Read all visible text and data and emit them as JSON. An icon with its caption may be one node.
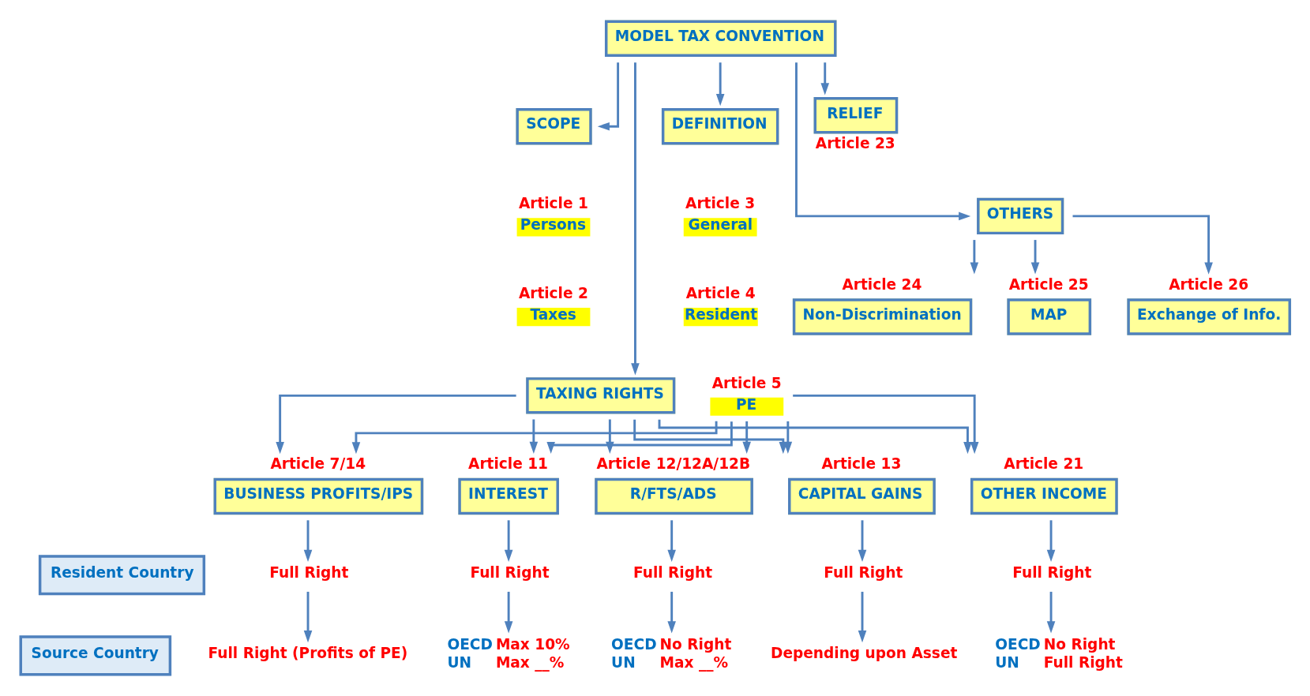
{
  "diagram": {
    "nodes": [
      {
        "text": [
          "MODEL TAX CONVENTION"
        ]
      },
      {
        "text": [
          "SCOPE"
        ]
      },
      {
        "text": [
          "DEFINITION"
        ]
      },
      {
        "text": [
          "TAXING RIGHTS"
        ]
      },
      {
        "text": [
          "RELIEF"
        ],
        "beside": [
          "Article 23"
        ]
      },
      {
        "text": [
          "OTHERS"
        ]
      },
      {
        "text": [
          "Persons"
        ],
        "beside": [
          "Article 1"
        ]
      },
      {
        "text": [
          "Taxes"
        ],
        "beside": [
          "Article 2"
        ]
      },
      {
        "text": [
          "General"
        ],
        "beside": [
          "Article 3"
        ]
      },
      {
        "text": [
          "Resident"
        ],
        "beside": [
          "Article 4"
        ]
      },
      {
        "text": [
          "PE"
        ],
        "beside": [
          "Article 5"
        ]
      },
      {
        "text": [
          "Non-Discrimination"
        ],
        "beside": [
          "Article 24"
        ]
      },
      {
        "text": [
          "MAP"
        ],
        "beside": [
          "Article 25"
        ]
      },
      {
        "text": [
          "Exchange of Info."
        ],
        "beside": [
          "Article 26"
        ]
      },
      {
        "text": [
          "BUSINESS PROFITS/IPS"
        ],
        "beside": [
          "Article 7/14"
        ]
      },
      {
        "text": [
          "INTEREST"
        ],
        "beside": [
          "Article 11"
        ]
      },
      {
        "text": [
          "R/FTS/ADS"
        ],
        "beside": [
          "Article 12/12A/12B"
        ]
      },
      {
        "text": [
          "CAPITAL GAINS"
        ],
        "beside": [
          "Article 13"
        ]
      },
      {
        "text": [
          "OTHER INCOME"
        ],
        "beside": [
          "Article 21"
        ]
      },
      {
        "text": [
          "Resident Country"
        ]
      },
      {
        "text": [
          "Source Country"
        ]
      },
      {
        "text": [
          "Full Right"
        ]
      },
      {
        "text": [
          "Full Right"
        ]
      },
      {
        "text": [
          "Full Right"
        ]
      },
      {
        "text": [
          "Full Right"
        ]
      },
      {
        "text": [
          "Full Right"
        ]
      },
      {
        "text": [
          "Full Right (Profits of PE)"
        ]
      },
      {
        "text": [
          "OECD",
          "Max 10%",
          "UN",
          "Max __%"
        ]
      },
      {
        "text": [
          "OECD",
          "No Right",
          "UN",
          "Max __%"
        ]
      },
      {
        "text": [
          "Depending upon Asset"
        ]
      },
      {
        "text": [
          "OECD",
          "No Right",
          "UN",
          "Full Right"
        ]
      }
    ],
    "edges": [
      {
        "from": 0,
        "to": 1,
        "arrow": "to"
      },
      {
        "from": 0,
        "to": 2,
        "arrow": "to"
      },
      {
        "from": 0,
        "to": 3,
        "arrow": "to"
      },
      {
        "from": 0,
        "to": 4,
        "arrow": "to"
      },
      {
        "from": 0,
        "to": 5,
        "arrow": "to"
      },
      {
        "from": 5,
        "to": 11,
        "arrow": "to"
      },
      {
        "from": 5,
        "to": 12,
        "arrow": "to"
      },
      {
        "from": 5,
        "to": 13,
        "arrow": "to"
      },
      {
        "from": 3,
        "to": 14,
        "arrow": "to"
      },
      {
        "from": 3,
        "to": 15,
        "arrow": "to"
      },
      {
        "from": 3,
        "to": 16,
        "arrow": "to"
      },
      {
        "from": 3,
        "to": 17,
        "arrow": "to"
      },
      {
        "from": 3,
        "to": 18,
        "arrow": "to"
      },
      {
        "from": 10,
        "to": 14,
        "arrow": "to"
      },
      {
        "from": 10,
        "to": 15,
        "arrow": "to"
      },
      {
        "from": 10,
        "to": 16,
        "arrow": "to"
      },
      {
        "from": 10,
        "to": 17,
        "arrow": "to"
      },
      {
        "from": 10,
        "to": 18,
        "arrow": "to"
      },
      {
        "from": 14,
        "to": 21,
        "arrow": "to"
      },
      {
        "from": 15,
        "to": 22,
        "arrow": "to"
      },
      {
        "from": 16,
        "to": 23,
        "arrow": "to"
      },
      {
        "from": 17,
        "to": 24,
        "arrow": "to"
      },
      {
        "from": 18,
        "to": 25,
        "arrow": "to"
      },
      {
        "from": 21,
        "to": 26,
        "arrow": "to"
      },
      {
        "from": 22,
        "to": 27,
        "arrow": "to"
      },
      {
        "from": 23,
        "to": 28,
        "arrow": "to"
      },
      {
        "from": 24,
        "to": 29,
        "arrow": "to"
      },
      {
        "from": 25,
        "to": 30,
        "arrow": "to"
      }
    ]
  }
}
